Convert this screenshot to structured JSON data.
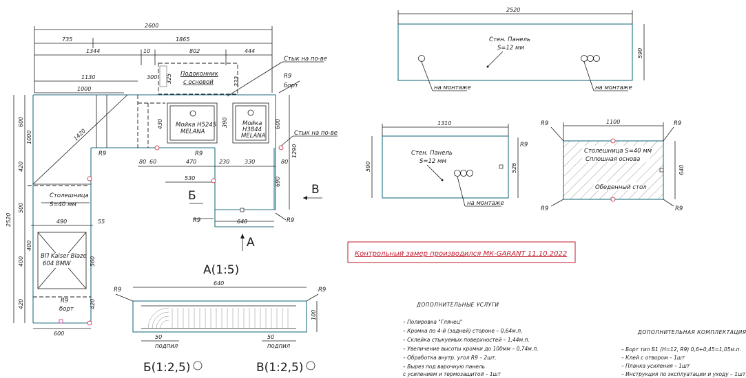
{
  "dims": {
    "d2600": "2600",
    "d735": "735",
    "d1865": "1865",
    "d1344": "1344",
    "d10": "10",
    "d802": "802",
    "d444": "444",
    "d1130": "1130",
    "d1000": "1000",
    "d300": "300",
    "d325": "325",
    "d323": "323",
    "d1420": "1420",
    "d600a": "600",
    "d1000v": "1000",
    "d420a": "420",
    "d500": "500",
    "d2520v": "2520",
    "d400a": "400",
    "d420b": "420",
    "d560": "560",
    "d400b": "400",
    "d420c": "420",
    "d490": "490",
    "d55": "55",
    "d600b": "600",
    "d80a": "80",
    "d60": "60",
    "d470": "470",
    "d230": "230",
    "d330": "330",
    "d80b": "80",
    "d530": "530",
    "d640a": "640",
    "d600c": "600",
    "d1290": "1290",
    "d690": "690",
    "d430": "430",
    "d390": "390",
    "r2520": "2520",
    "r590a": "590",
    "r1310": "1310",
    "r590b": "590",
    "r526": "526",
    "r1100": "1100",
    "r640": "640",
    "a640": "640",
    "a100": "100",
    "a50a": "50",
    "a50b": "50"
  },
  "labels": {
    "podokonnik_1": "Подоконник",
    "podokonnik_2": "с основой",
    "stik_1": "Стык на по-ве",
    "stik_2": "Стык на по-ве",
    "r9": "R9",
    "bort": "борт",
    "moika1_1": "Мойка H5245",
    "moika1_2": "MELANA",
    "moika2_1": "Мойка",
    "moika2_2": "H3844",
    "moika2_3": "MELANA",
    "stoleshnitsa_1": "Столешница",
    "stoleshnitsa_2": "S=40 мм",
    "vp_1": "ВП Kaiser Blaze",
    "vp_2": "604 BMW",
    "bort2": "борт",
    "sect_b": "Б",
    "sect_v": "В",
    "sect_a": "А",
    "sten1_1": "Стен. Панель",
    "sten1_2": "S=12 мм",
    "na_montazhe_1": "на монтаже",
    "na_montazhe_2": "на монтаже",
    "sten2_1": "Стен. Панель",
    "sten2_2": "S=12 мм",
    "na_montazhe_3": "на монтаже",
    "stol2_1": "Столешница S=40 мм",
    "stol2_2": "Сплошная основа",
    "obed": "Обеденный стол",
    "view_a": "А(1:5)",
    "podpil_1": "подпил",
    "podpil_2": "подпил",
    "view_b": "Б(1:2,5)",
    "view_v": "В(1:2,5)"
  },
  "banner": "Контрольный замер производился МК-GARANT 11.10.2022",
  "services": {
    "heading": "ДОПОЛНИТЕЛЬНЫЕ УСЛУГИ",
    "items": [
      "– Полировка \"Глянец\"",
      "– Кромка по 4-й (задней) стороне – 0,64м.п.",
      "– Склейка стыкуемых поверхностей – 1,44м.п.",
      "– Увеличение высоты кромки до 100мм – 0,74м.п.",
      "– Обработка внутр. угол R9 – 2шт.",
      "– Вырез под варочную панель",
      "  с усилением и термозащитой – 1шт"
    ]
  },
  "complect": {
    "heading": "ДОПОЛНИТЕЛЬНАЯ КОМПЛЕКТАЦИЯ",
    "items": [
      "– Борт тип Б1 (Н=12, R9) 0,6+0,45=1,05м.п.",
      "– Клей с отвором – 1шт",
      "– Планка усиления – 1шт",
      "– Инструкция по эксплуатации и уходу – 1шт"
    ]
  },
  "colors": {
    "part": "#1f6e80",
    "accent": "#c0182b",
    "line": "#1a1a1a"
  }
}
